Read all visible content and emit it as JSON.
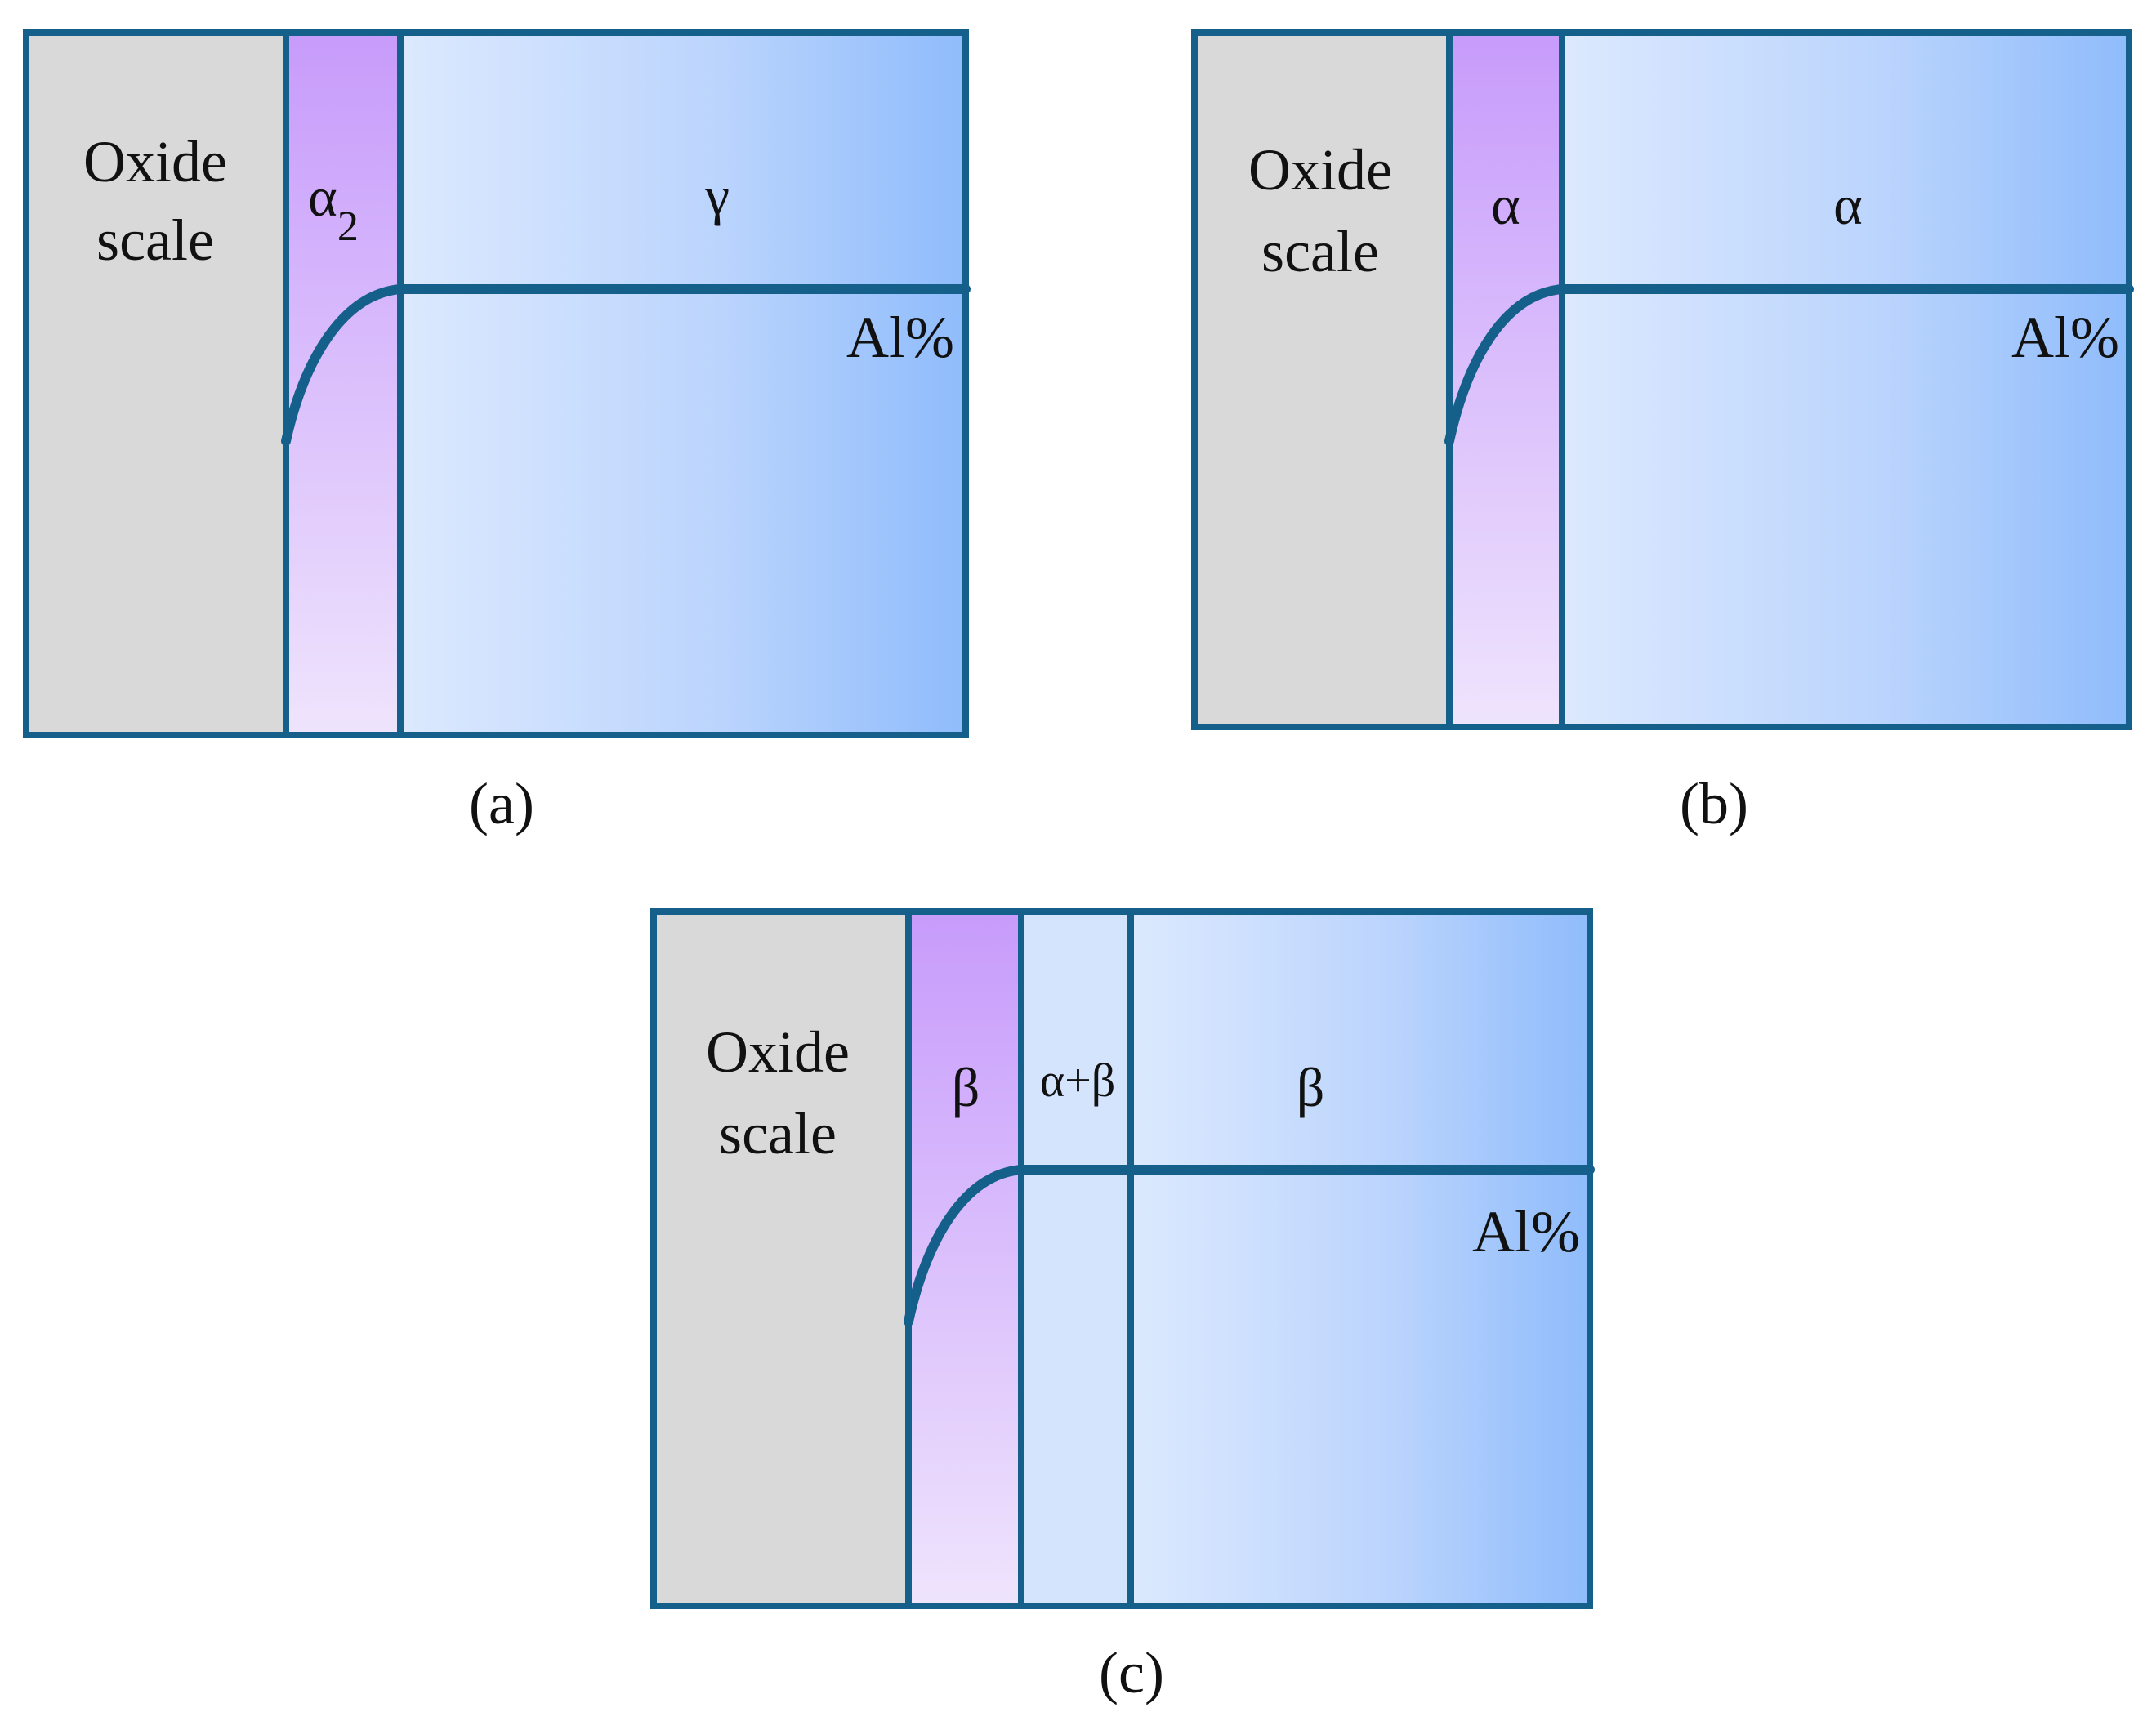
{
  "panels": [
    {
      "id": "a",
      "caption": "(a)",
      "oxide_label_line1": "Oxide",
      "oxide_label_line2": "scale",
      "layer_label": "α",
      "layer_label_sub": "2",
      "matrix_label": "γ",
      "al_label": "Al%"
    },
    {
      "id": "b",
      "caption": "(b)",
      "oxide_label_line1": "Oxide",
      "oxide_label_line2": "scale",
      "layer_label": "α",
      "matrix_label": "α",
      "al_label": "Al%"
    },
    {
      "id": "c",
      "caption": "(c)",
      "oxide_label_line1": "Oxide",
      "oxide_label_line2": "scale",
      "layer_label": "β",
      "intermediate_label": "α+β",
      "matrix_label": "β",
      "al_label": "Al%"
    }
  ],
  "colors": {
    "frame": "#15608a",
    "oxide": "#d9d9d9",
    "layer_top": "#c79bfb",
    "layer_bottom": "#efe4fd",
    "matrix_left": "#dce9fe",
    "matrix_right": "#8fbcfb",
    "intermediate": "#d4e4fd"
  }
}
